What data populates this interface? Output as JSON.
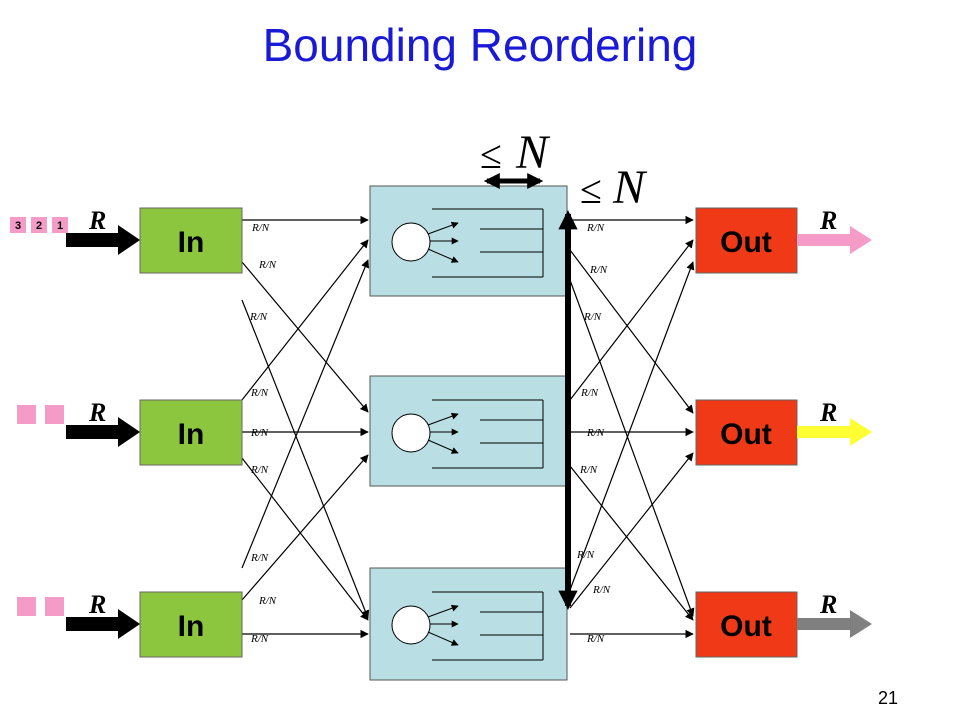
{
  "title": "Bounding Reordering",
  "page_number": "21",
  "link_rate_label": "R",
  "mesh_link_label": "R/N",
  "input_ports": [
    {
      "label": "In",
      "rate": "R"
    },
    {
      "label": "In",
      "rate": "R"
    },
    {
      "label": "In",
      "rate": "R"
    }
  ],
  "output_ports": [
    {
      "label": "Out",
      "rate": "R"
    },
    {
      "label": "Out",
      "rate": "R"
    },
    {
      "label": "Out",
      "rate": "R"
    }
  ],
  "queued_packets": [
    "3",
    "2",
    "1"
  ],
  "bound_annotation": {
    "symbol": "≤",
    "variable": "N"
  },
  "colors": {
    "title": "#1a1ad6",
    "in_box": "#8cc63f",
    "out_box": "#f03a17",
    "middle_box": "#b9dfe4",
    "packet": "#f59bc8",
    "out_arrow_1": "#f59bc8",
    "out_arrow_2": "#ffff33",
    "out_arrow_3": "#808080"
  }
}
